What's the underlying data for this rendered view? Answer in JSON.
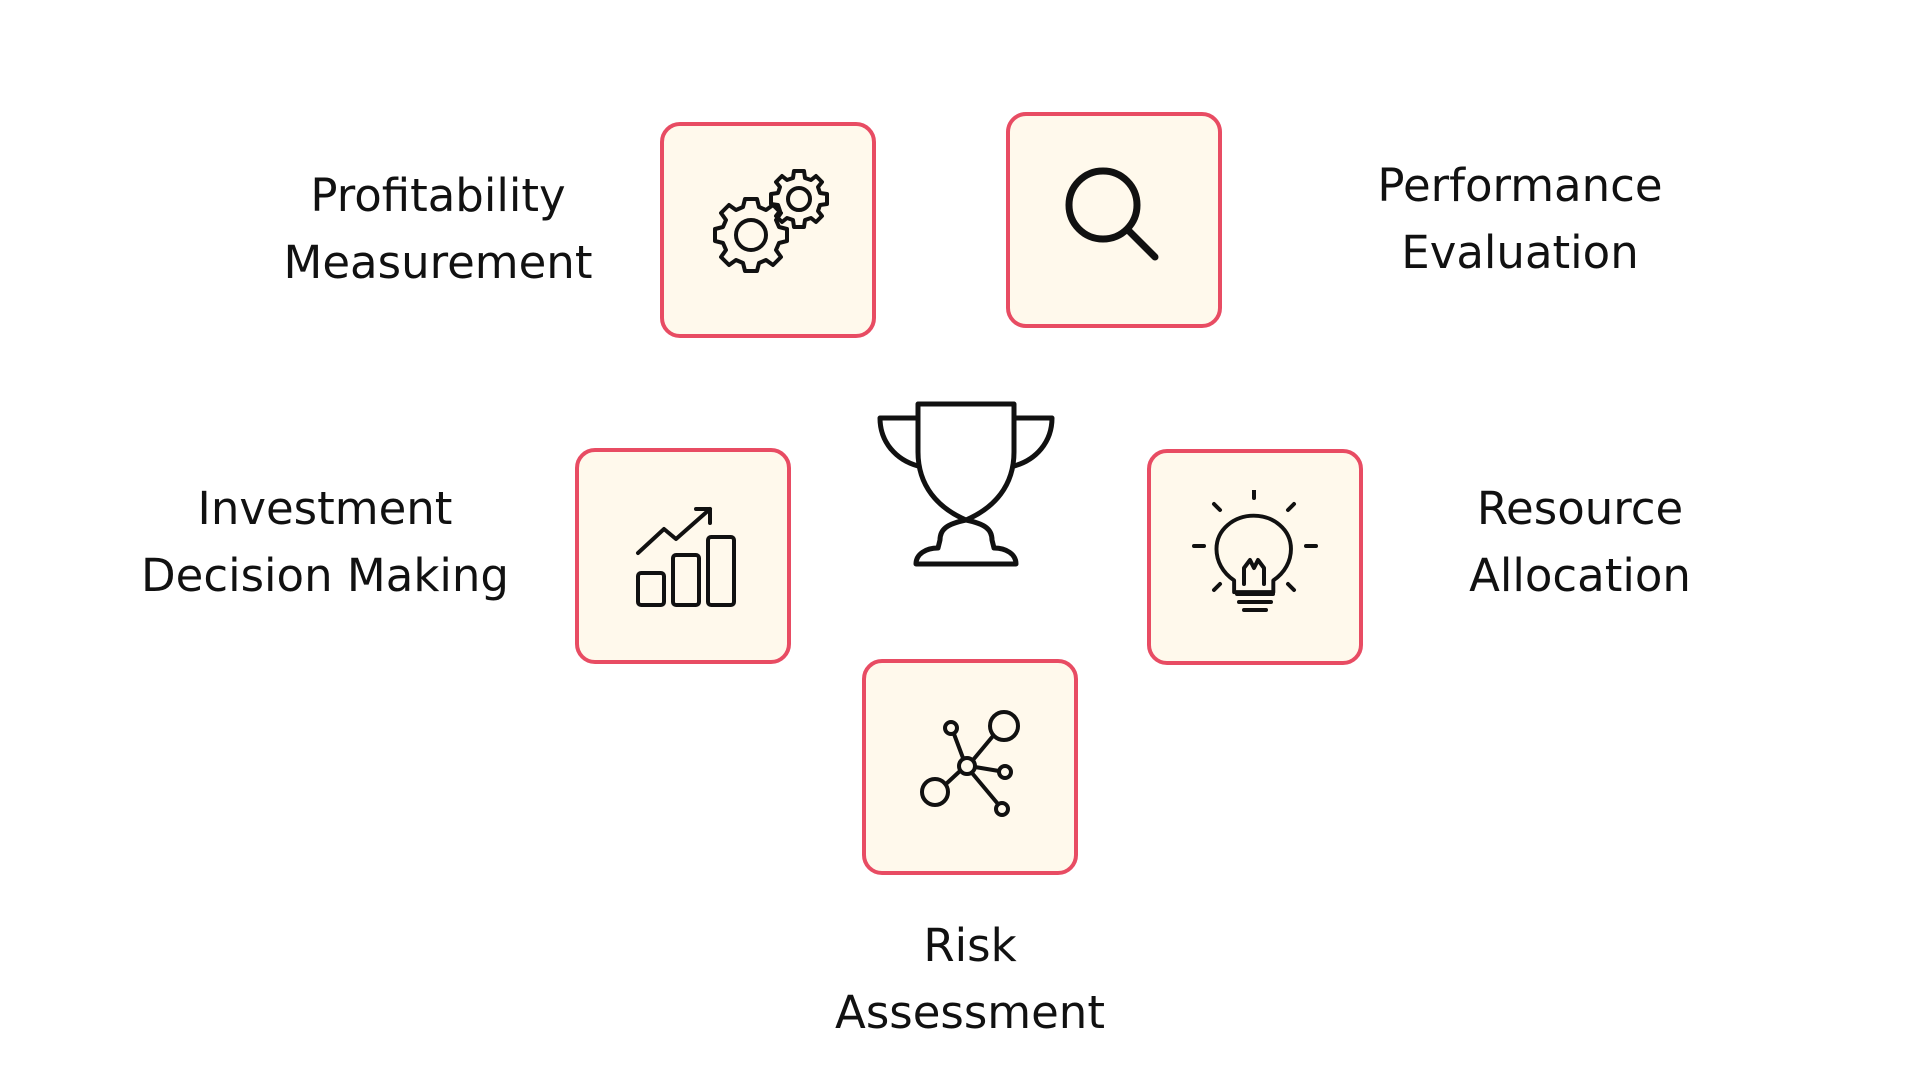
{
  "colors": {
    "card_border": "#e84c63",
    "card_fill": "#fff9ec",
    "icon_stroke": "#111111",
    "text": "#111111",
    "background": "#ffffff"
  },
  "center": {
    "icon": "trophy-icon"
  },
  "items": [
    {
      "id": "profitability",
      "icon": "gears-icon",
      "label_lines": [
        "Profitability",
        "Measurement"
      ]
    },
    {
      "id": "performance",
      "icon": "magnifier-icon",
      "label_lines": [
        "Performance",
        "Evaluation"
      ]
    },
    {
      "id": "investment",
      "icon": "growth-chart-icon",
      "label_lines": [
        "Investment",
        "Decision Making"
      ]
    },
    {
      "id": "resource",
      "icon": "lightbulb-icon",
      "label_lines": [
        "Resource",
        "Allocation"
      ]
    },
    {
      "id": "risk",
      "icon": "network-icon",
      "label_lines": [
        "Risk",
        "Assessment"
      ]
    }
  ]
}
